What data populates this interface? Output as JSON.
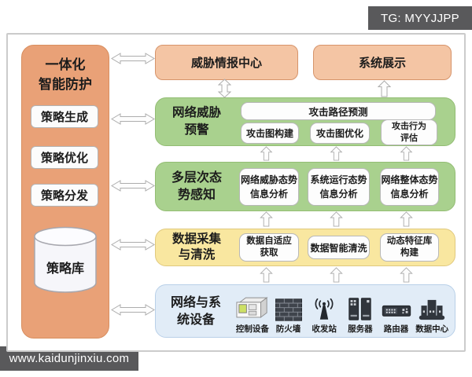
{
  "badges": {
    "top_right": "TG: MYYJJPP",
    "bottom_left": "www.kaidunjinxiu.com"
  },
  "left_column": {
    "title_l1": "一体化",
    "title_l2": "智能防护",
    "items": [
      "策略生成",
      "策略优化",
      "策略分发"
    ],
    "database": "策略库"
  },
  "top_row": {
    "threat_intel": "威胁情报中心",
    "system_display": "系统展示"
  },
  "threat_warning": {
    "title_l1": "网络威胁",
    "title_l2": "预警",
    "wide_box": "攻击路径预测",
    "boxes": [
      {
        "l1": "攻击图构建"
      },
      {
        "l1": "攻击图优化"
      },
      {
        "l1": "攻击行为",
        "l2": "评估"
      }
    ]
  },
  "situation_awareness": {
    "title_l1": "多层次态",
    "title_l2": "势感知",
    "boxes": [
      {
        "l1": "网络威胁态势",
        "l2": "信息分析"
      },
      {
        "l1": "系统运行态势",
        "l2": "信息分析"
      },
      {
        "l1": "网络整体态势",
        "l2": "信息分析"
      }
    ]
  },
  "data_collection": {
    "title_l1": "数据采集",
    "title_l2": "与清洗",
    "boxes": [
      {
        "l1": "数据自适应",
        "l2": "获取"
      },
      {
        "l1": "数据智能清洗"
      },
      {
        "l1": "动态特征库",
        "l2": "构建"
      }
    ]
  },
  "devices": {
    "title_l1": "网络与系",
    "title_l2": "统设备",
    "items": [
      {
        "icon": "control-device-icon",
        "label": "控制设备"
      },
      {
        "icon": "firewall-icon",
        "label": "防火墙"
      },
      {
        "icon": "antenna-icon",
        "label": "收发站"
      },
      {
        "icon": "server-icon",
        "label": "服务器"
      },
      {
        "icon": "router-icon",
        "label": "路由器"
      },
      {
        "icon": "datacenter-icon",
        "label": "数据中心"
      }
    ]
  },
  "colors": {
    "orange": "#E9A177",
    "peach": "#F4C5A4",
    "green": "#A9D18E",
    "yellow": "#F9E7A0",
    "blue": "#E1ECF7",
    "badge_gray": "#59595B"
  }
}
